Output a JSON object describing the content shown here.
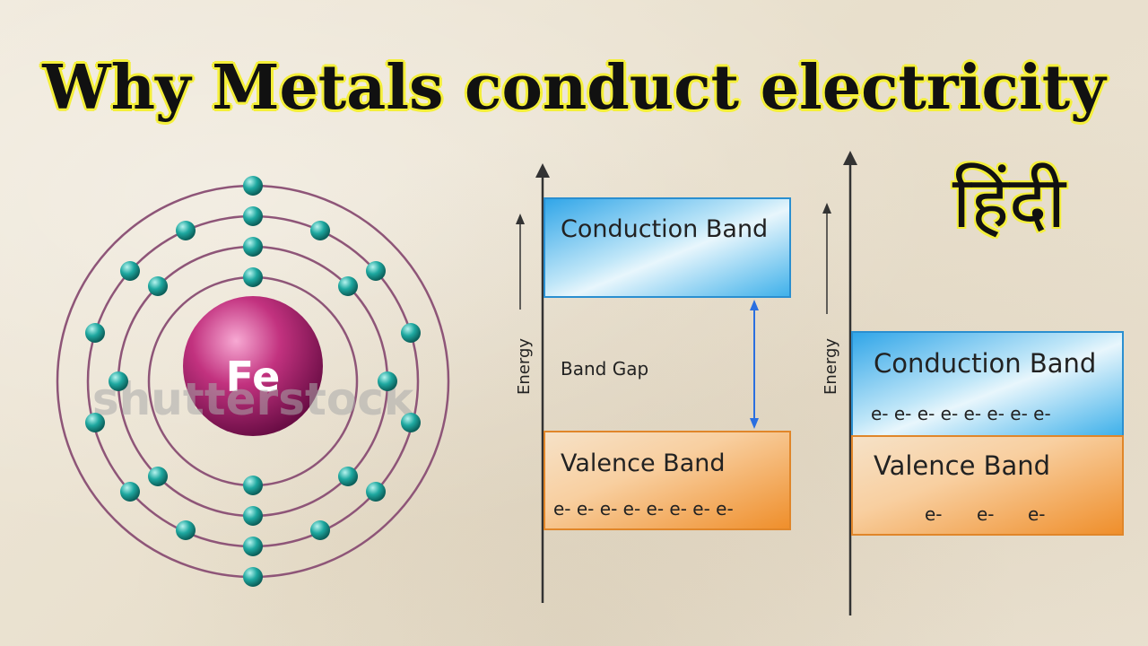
{
  "title": "Why Metals conduct electricity",
  "language_label": "हिंदी",
  "atom": {
    "symbol": "Fe",
    "watermark": "shutterstock",
    "colors": {
      "nucleus": "#c2327f",
      "electron": "#1ea8a0",
      "orbit": "#8e5578"
    }
  },
  "diagram_insulator": {
    "axis_label": "Energy",
    "conduction_band": "Conduction Band",
    "band_gap": "Band Gap",
    "valence_band": "Valence Band",
    "valence_electrons": "e- e- e- e- e- e- e- e-"
  },
  "diagram_metal": {
    "axis_label": "Energy",
    "conduction_band": "Conduction Band",
    "conduction_electrons": "e- e- e- e- e- e- e- e-",
    "valence_band": "Valence Band",
    "valence_electrons": [
      "e-",
      "e-",
      "e-"
    ]
  },
  "colors": {
    "conduction": "#4ab8ec",
    "valence": "#f2a04a",
    "gap_arrow": "#2a6fe0"
  }
}
